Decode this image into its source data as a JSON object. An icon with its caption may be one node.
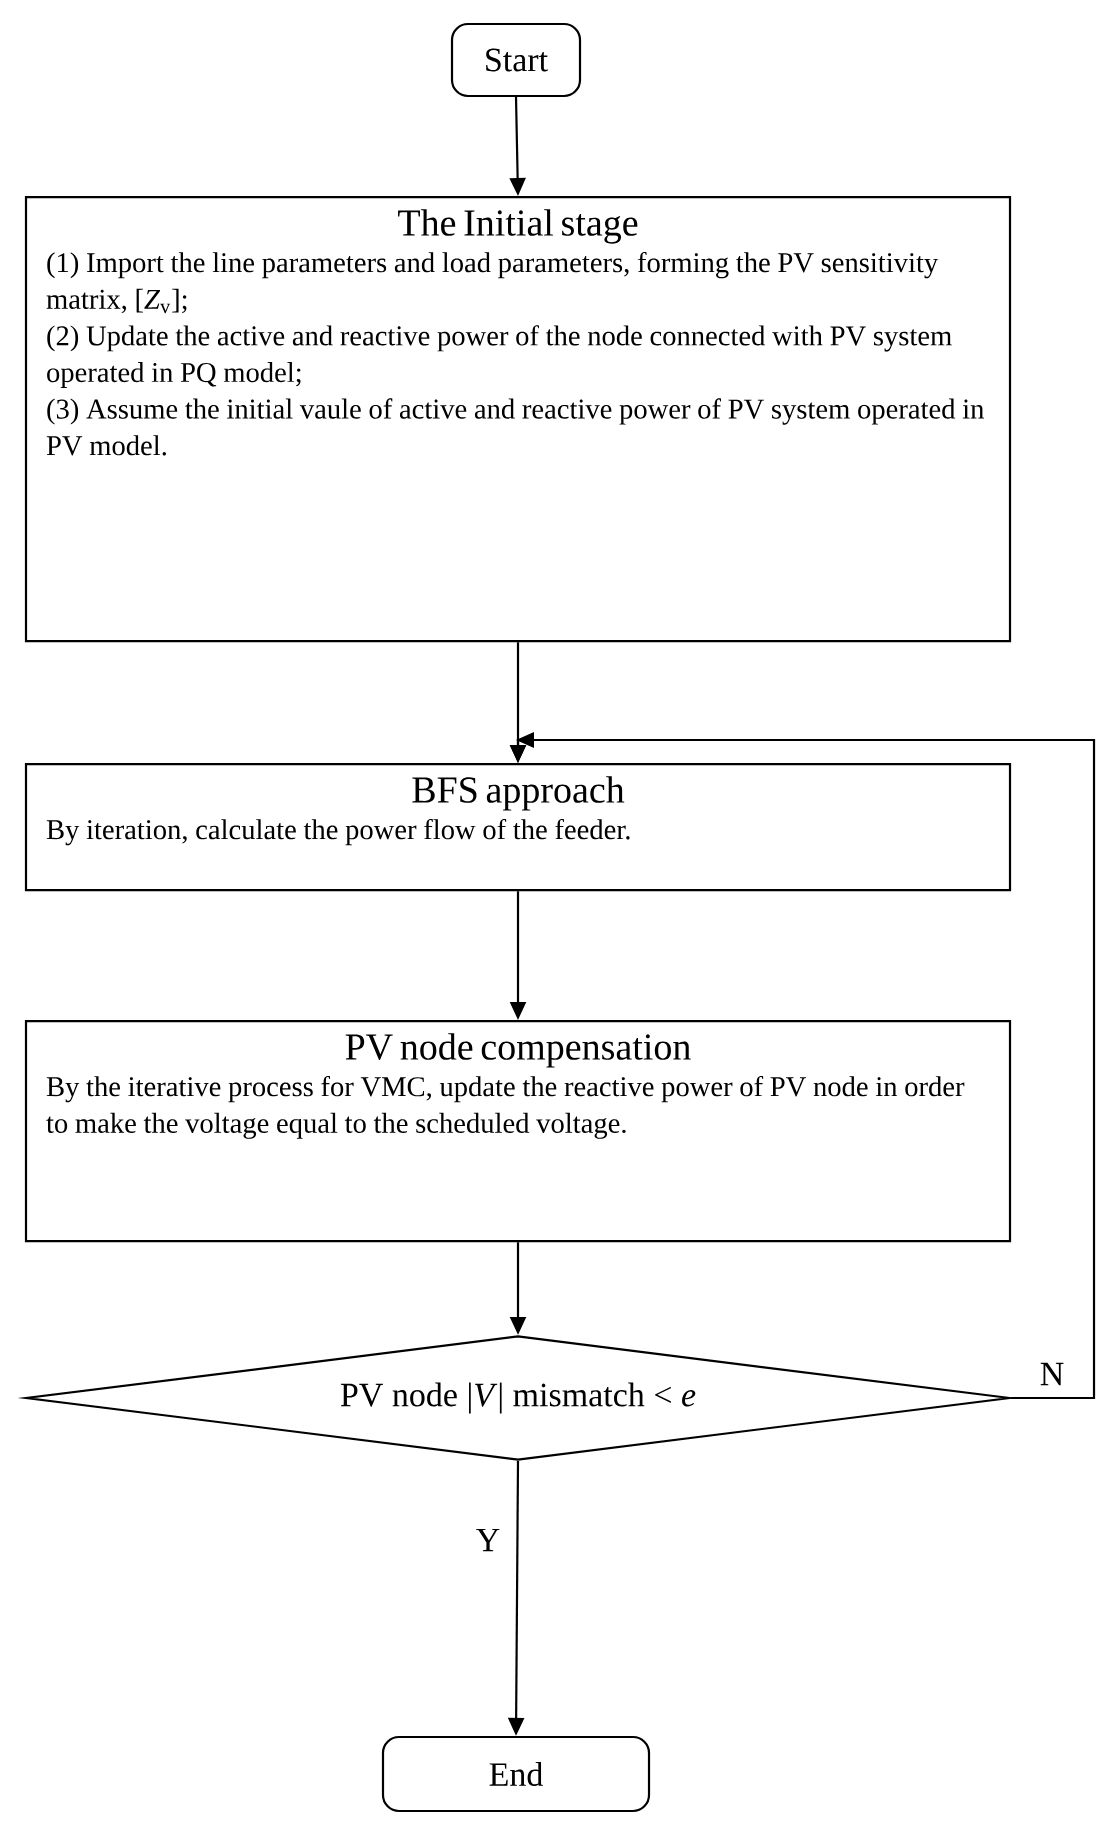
{
  "diagram": {
    "nodes": [
      {
        "text": [
          "Start"
        ]
      },
      {
        "text": [
          "The Initial stage",
          "(1) Import the line parameters and load parameters, forming the PV sensitivity matrix, [*Z*$_{v}$];",
          "(2) Update the active and reactive power of the node connected with PV system operated in PQ model;",
          "(3) Assume the initial vaule of active and reactive power of PV system operated in PV model."
        ]
      },
      {
        "text": [
          "BFS approach",
          "By iteration, calculate the power flow of the feeder."
        ]
      },
      {
        "text": [
          "PV node compensation",
          "By the iterative process for VMC, update the reactive power of PV node in order to make the voltage equal to the scheduled voltage."
        ]
      },
      {
        "text": [
          "PV node |*V*| mismatch < *e*"
        ]
      },
      {
        "text": [
          "End"
        ]
      }
    ],
    "edges": [
      {
        "from": 0,
        "to": 1,
        "arrow": "to"
      },
      {
        "from": 1,
        "to": 2,
        "arrow": "to"
      },
      {
        "from": 2,
        "to": 3,
        "arrow": "to"
      },
      {
        "from": 3,
        "to": 4,
        "arrow": "to"
      },
      {
        "from": 4,
        "to": 2,
        "arrow": "to",
        "label": "N"
      },
      {
        "from": 4,
        "to": 5,
        "arrow": "to",
        "label": "Y"
      }
    ]
  }
}
